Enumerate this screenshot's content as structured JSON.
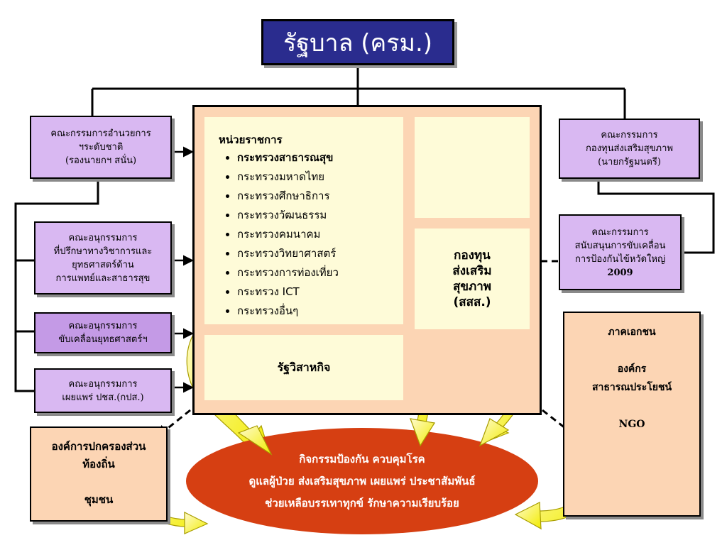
{
  "top": {
    "title": "รัฐบาล (ครม.)"
  },
  "left_boxes": [
    {
      "lines": [
        "คณะกรรมการอำนวยการ",
        "ฯระดับชาติ",
        "(รองนายกฯ สนั่น)"
      ]
    },
    {
      "lines": [
        "คณะอนุกรรมการ",
        "ที่ปรึกษาทางวิชาการและ",
        "ยุทธศาสตร์ด้าน",
        "การแพทย์และสาธารสุข"
      ]
    },
    {
      "lines": [
        "คณะอนุกรรมการ",
        "ขับเคลื่อนยุทธศาสตร์ฯ"
      ]
    },
    {
      "lines": [
        "คณะอนุกรรมการ",
        "เผยแพร่ ปชส.(กปส.)"
      ]
    }
  ],
  "right_boxes": [
    {
      "lines": [
        "คณะกรรมการ",
        "กองทุนส่งเสริมสุขภาพ",
        "(นายกรัฐมนตรี)"
      ]
    },
    {
      "lines": [
        "คณะกรรมการ",
        "สนับสนุนการขับเคลื่อน",
        "การป้องกันไข้หวัดใหญ่",
        "2009"
      ]
    }
  ],
  "government": {
    "title": "หน่วยราชการ",
    "ministries": [
      "กระทรวงสาธารณสุข",
      "กระทรวงมหาดไทย",
      "กระทรวงศึกษาธิการ",
      "กระทรวงวัฒนธรรม",
      "กระทรวงคมนาคม",
      "กระทรวงวิทยาศาสตร์",
      "กระทรวงการท่องเที่ยว",
      "กระทรวง ICT",
      "กระทรวงอื่นๆ"
    ]
  },
  "state_enterprise": {
    "label": "รัฐวิสาหกิจ"
  },
  "fund": {
    "lines": [
      "กองทุน",
      "ส่งเสริม",
      "สุขภาพ",
      "(สสส.)"
    ]
  },
  "local_gov": {
    "lines": [
      "องค์การปกครองส่วน",
      "ท้องถิ่น",
      "",
      "ชุมชน"
    ]
  },
  "private_sector": {
    "lines": [
      "ภาคเอกชน",
      "",
      "องค์กร",
      "สาธารณประโยชน์",
      "",
      "NGO"
    ]
  },
  "activities": {
    "lines": [
      "กิจกรรมป้องกัน ควบคุมโรค",
      "ดูแลผู้ป่วย ส่งเสริมสุขภาพ เผยแพร่ ประชาสัมพันธ์",
      "ช่วยเหลือบรรเทาทุกข์ รักษาความเรียบร้อย"
    ]
  },
  "colors": {
    "top_box": "#2a2c8e",
    "purple_box": "#d9b8f2",
    "peach": "#fcd5b4",
    "cream": "#fefbd8",
    "ellipse": "#d63f12",
    "arrow_yellow": "#f5f000"
  }
}
